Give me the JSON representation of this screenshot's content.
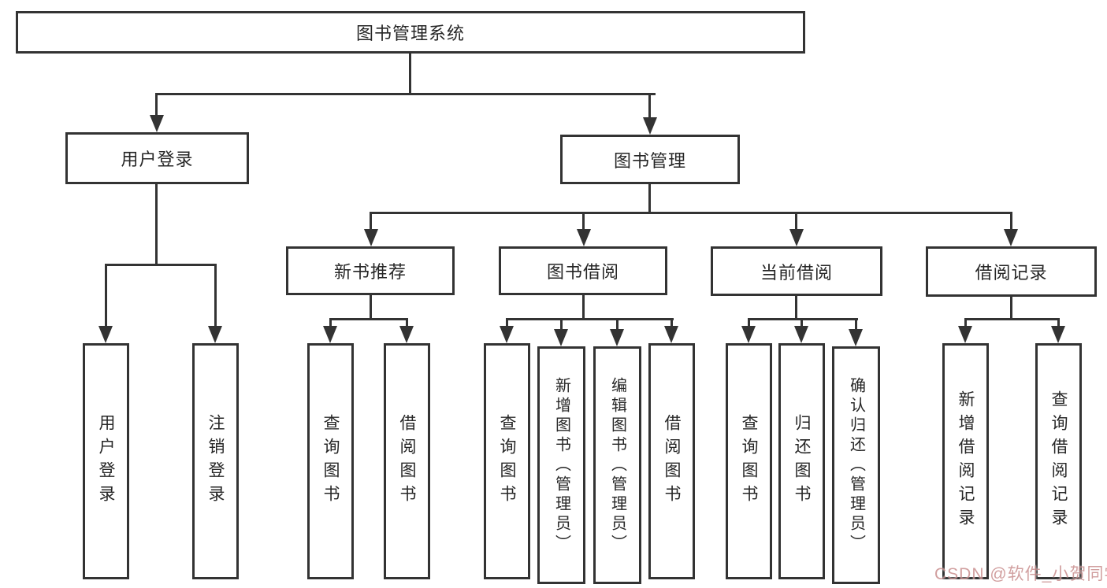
{
  "title": "图书管理系统",
  "level1": {
    "user_login": "用户登录",
    "book_management": "图书管理"
  },
  "level2": {
    "new_book": "新书推荐",
    "book_borrow": "图书借阅",
    "current_borrow": "当前借阅",
    "borrow_record": "借阅记录"
  },
  "leaves": {
    "user_login": "用户登录",
    "logout": "注销登录",
    "nb_query": "查询图书",
    "nb_borrow": "借阅图书",
    "bb_query": "查询图书",
    "bb_add": "新增图书（管理员）",
    "bb_edit": "编辑图书（管理员）",
    "bb_borrow": "借阅图书",
    "cb_query": "查询图书",
    "cb_return": "归还图书",
    "cb_confirm": "确认归还（管理员）",
    "br_add": "新增借阅记录",
    "br_query": "查询借阅记录"
  },
  "watermark": "CSDN @软件_小贺同学",
  "colors": {
    "line": "#333333",
    "text": "#262626",
    "watermark": "#c98f8f"
  }
}
